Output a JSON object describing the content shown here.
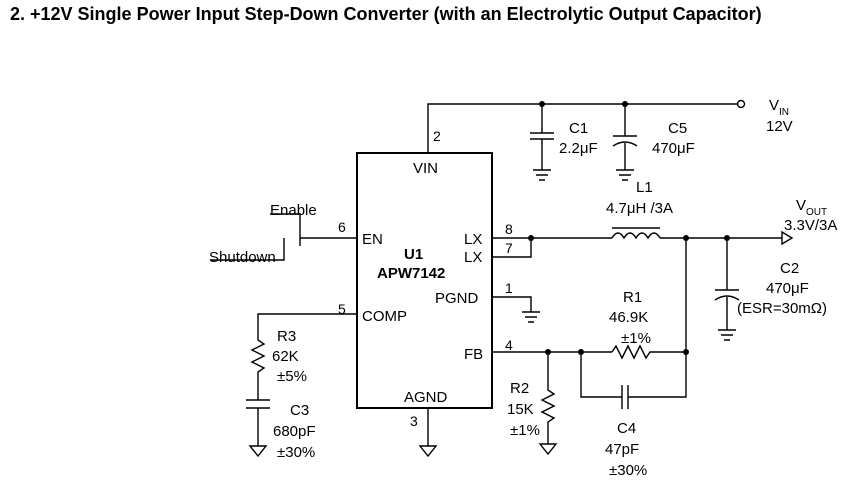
{
  "title": "2. +12V Single Power Input Step-Down Converter (with an Electrolytic Output Capacitor)",
  "ic": {
    "ref": "U1",
    "part": "APW7142",
    "pins": {
      "vin": {
        "name": "VIN",
        "num": "2"
      },
      "en": {
        "name": "EN",
        "num": "6"
      },
      "lx1": {
        "name": "LX",
        "num": "8"
      },
      "lx2": {
        "name": "LX",
        "num": "7"
      },
      "pgnd": {
        "name": "PGND",
        "num": "1"
      },
      "comp": {
        "name": "COMP",
        "num": "5"
      },
      "fb": {
        "name": "FB",
        "num": "4"
      },
      "agnd": {
        "name": "AGND",
        "num": "3"
      }
    }
  },
  "inputs": {
    "enable": "Enable",
    "shutdown": "Shutdown"
  },
  "vin": {
    "symbol": "V",
    "subscript": "IN",
    "value": "12V"
  },
  "vout": {
    "symbol": "V",
    "subscript": "OUT",
    "value": "3.3V/3A"
  },
  "components": {
    "c1": {
      "ref": "C1",
      "value": "2.2μF"
    },
    "c5": {
      "ref": "C5",
      "value": "470μF"
    },
    "l1": {
      "ref": "L1",
      "value": "4.7μH /3A"
    },
    "c2": {
      "ref": "C2",
      "value": "470μF",
      "esr": "(ESR=30mΩ)"
    },
    "r1": {
      "ref": "R1",
      "value": "46.9K",
      "tol": "±1%"
    },
    "r2": {
      "ref": "R2",
      "value": "15K",
      "tol": "±1%"
    },
    "r3": {
      "ref": "R3",
      "value": "62K",
      "tol": "±5%"
    },
    "c3": {
      "ref": "C3",
      "value": "680pF",
      "tol": "±30%"
    },
    "c4": {
      "ref": "C4",
      "value": "47pF",
      "tol": "±30%"
    }
  }
}
